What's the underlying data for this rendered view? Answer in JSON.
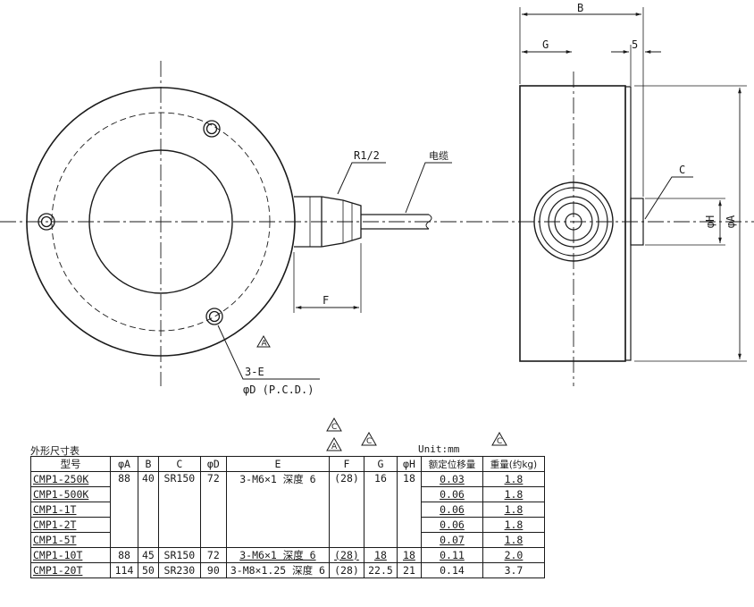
{
  "drawing": {
    "labels": {
      "B": "B",
      "G": "G",
      "five": "5",
      "R": "R1/2",
      "cable": "电缆",
      "C": "C",
      "H": "φH",
      "A": "φA",
      "F": "F",
      "E": "3-E",
      "D": "φD (P.C.D.)",
      "rev_A": "A"
    }
  },
  "table": {
    "title": "外形尺寸表",
    "unit": "Unit:mm",
    "revision_marks": {
      "F_top": "C",
      "F_bottom": "A",
      "G": "C",
      "weight": "C"
    },
    "headers": [
      "型号",
      "φA",
      "B",
      "C",
      "φD",
      "E",
      "F",
      "G",
      "φH",
      "额定位移量",
      "重量(约kg)"
    ],
    "group1": {
      "A": "88",
      "B": "40",
      "C": "SR150",
      "D": "72",
      "E": "3-M6×1 深度 6",
      "F": "(28)",
      "G": "16",
      "H": "18"
    },
    "rows": [
      {
        "model": "CMP1-250K",
        "disp": "0.03",
        "weight": "1.8"
      },
      {
        "model": "CMP1-500K",
        "disp": "0.06",
        "weight": "1.8"
      },
      {
        "model": "CMP1-1T",
        "disp": "0.06",
        "weight": "1.8"
      },
      {
        "model": "CMP1-2T",
        "disp": "0.06",
        "weight": "1.8"
      },
      {
        "model": "CMP1-5T",
        "disp": "0.07",
        "weight": "1.8"
      }
    ],
    "row_10t": {
      "model": "CMP1-10T",
      "A": "88",
      "B": "45",
      "C": "SR150",
      "D": "72",
      "E": "3-M6×1 深度 6",
      "F": "(28)",
      "G": "18",
      "H": "18",
      "disp": "0.11",
      "weight": "2.0"
    },
    "row_20t": {
      "model": "CMP1-20T",
      "A": "114",
      "B": "50",
      "C": "SR230",
      "D": "90",
      "E": "3-M8×1.25 深度 6",
      "F": "(28)",
      "G": "22.5",
      "H": "21",
      "disp": "0.14",
      "weight": "3.7"
    }
  }
}
